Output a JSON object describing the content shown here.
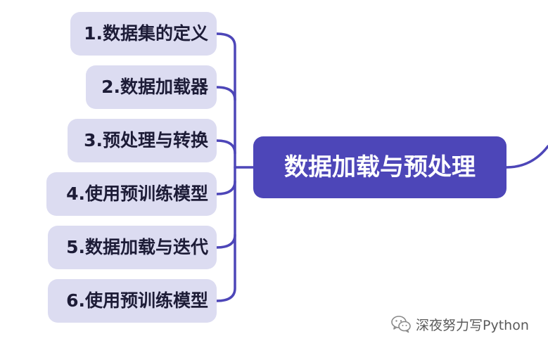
{
  "mindmap": {
    "root": {
      "label": "数据加载与预处理"
    },
    "children": [
      {
        "label": "1.数据集的定义"
      },
      {
        "label": "2.数据加载器"
      },
      {
        "label": "3.预处理与转换"
      },
      {
        "label": "4.使用预训练模型"
      },
      {
        "label": "5.数据加载与迭代"
      },
      {
        "label": "6.使用预训练模型"
      }
    ],
    "colors": {
      "root_fill": "#4d46b8",
      "child_fill": "#dcdcf1",
      "connector": "#4d46b8"
    }
  },
  "watermark": {
    "text": "深夜努力写Python",
    "logo_icon": "wechat-icon"
  }
}
